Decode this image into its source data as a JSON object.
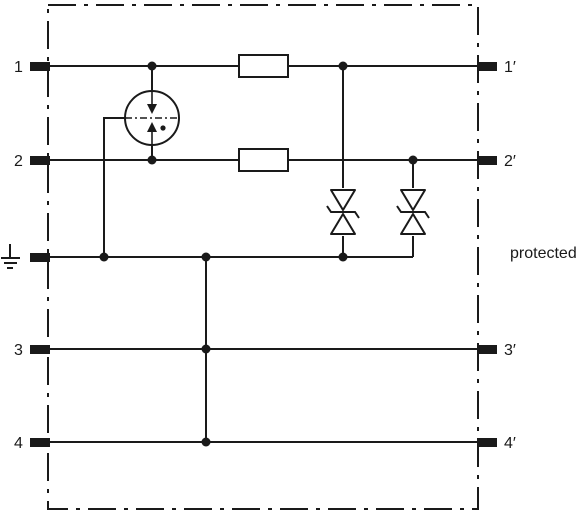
{
  "diagram": {
    "terminals_left": [
      "1",
      "2",
      "3",
      "4"
    ],
    "terminals_right": [
      "1′",
      "2′",
      "3′",
      "4′"
    ],
    "protected_label": "protected",
    "icons": {
      "ground": "ground-icon",
      "gas_discharge_tube": "gas-discharge-tube-icon",
      "resistor": "resistor-icon",
      "tvs_diode": "tvs-diode-icon"
    }
  }
}
